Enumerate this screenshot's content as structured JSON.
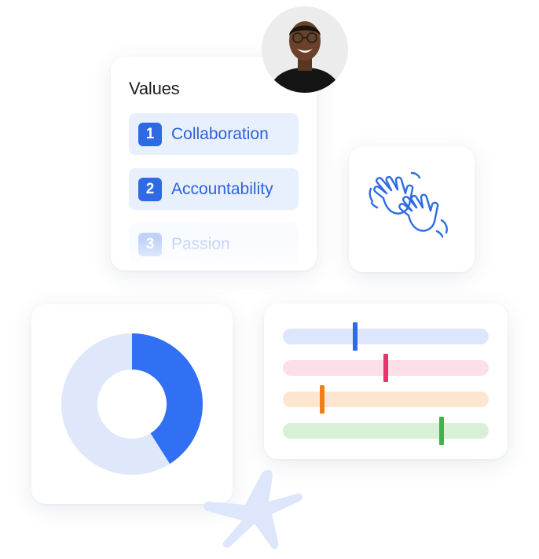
{
  "values_card": {
    "title": "Values",
    "items": [
      {
        "number": "1",
        "label": "Collaboration"
      },
      {
        "number": "2",
        "label": "Accountability"
      },
      {
        "number": "3",
        "label": "Passion"
      }
    ]
  },
  "donut": {
    "highlight_fraction": 0.41,
    "highlight_color": "#3170f2",
    "base_color": "#dfe8fb"
  },
  "sliders": [
    {
      "track_color": "#dde7fb",
      "marker_color": "#2f6ae6",
      "marker_position": 0.35
    },
    {
      "track_color": "#fde0e7",
      "marker_color": "#e8336b",
      "marker_position": 0.5
    },
    {
      "track_color": "#fde6cf",
      "marker_color": "#ef7f1a",
      "marker_position": 0.19
    },
    {
      "track_color": "#d8f0d5",
      "marker_color": "#3fb24a",
      "marker_position": 0.77
    }
  ],
  "icons": {
    "clapping_hands": "clapping-hands-icon",
    "starfish": "starfish-icon"
  },
  "colors": {
    "accent": "#2f6ae6",
    "item_background": "#e9f0fd"
  }
}
